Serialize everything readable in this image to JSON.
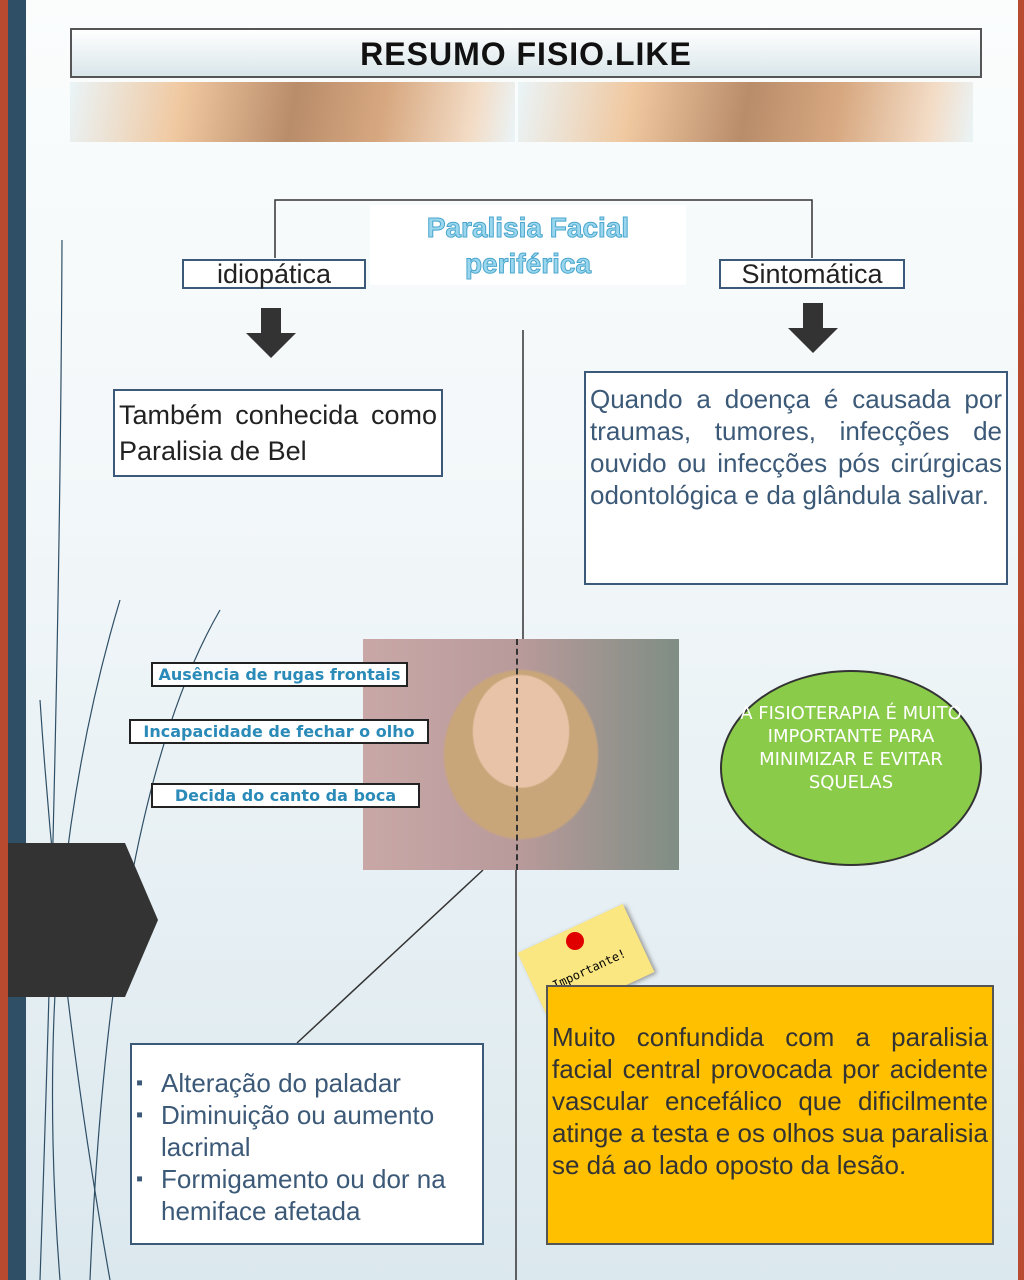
{
  "title": "RESUMO FISIO.LIKE",
  "center_title": [
    "Paralisia Facial",
    "periférica"
  ],
  "branches": {
    "left": "idiopática",
    "right": "Sintomática"
  },
  "idiopatica_text": "Também conhecida como Paralisia de Bel",
  "sintomatica_text": "Quando a doença é causada por traumas, tumores, infecções de ouvido ou infecções pós cirúrgicas odontológica e da glândula salivar.",
  "face_labels": [
    "Ausência de rugas frontais",
    "Incapacidade de fechar o olho",
    "Decida do canto da boca"
  ],
  "oval_text": "A FISIOTERAPIA É MUITO IMPORTANTE PARA MINIMIZAR E EVITAR SQUELAS",
  "note": "Importante!",
  "important_text": "Muito confundida com a paralisia facial central provocada por acidente vascular encefálico que dificilmente atinge a testa e os olhos sua paralisia se dá ao lado oposto da lesão.",
  "symptoms": [
    "Alteração do paladar",
    "Diminuição ou aumento lacrimal",
    "Formigamento ou dor na hemiface afetada"
  ]
}
